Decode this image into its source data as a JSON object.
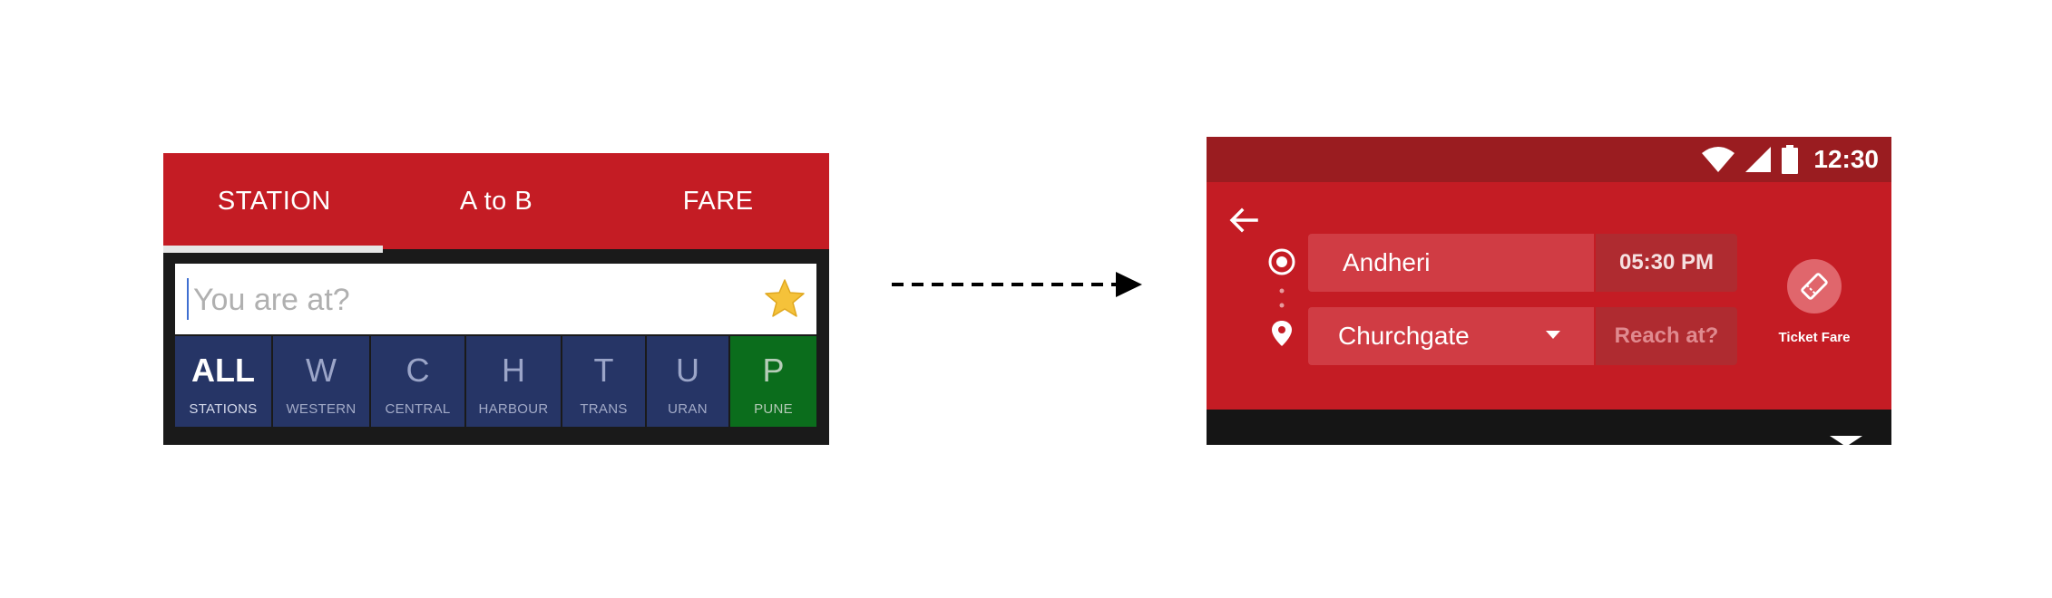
{
  "left_screen": {
    "tabs": [
      {
        "label": "STATION",
        "active": true
      },
      {
        "label": "A to B",
        "active": false
      },
      {
        "label": "FARE",
        "active": false
      }
    ],
    "search": {
      "placeholder": "You are at?",
      "value": "",
      "favorite_icon": "star-icon"
    },
    "lines": [
      {
        "letter": "ALL",
        "name": "STATIONS"
      },
      {
        "letter": "W",
        "name": "WESTERN"
      },
      {
        "letter": "C",
        "name": "CENTRAL"
      },
      {
        "letter": "H",
        "name": "HARBOUR"
      },
      {
        "letter": "T",
        "name": "TRANS"
      },
      {
        "letter": "U",
        "name": "URAN"
      },
      {
        "letter": "P",
        "name": "PUNE"
      }
    ]
  },
  "right_screen": {
    "status": {
      "time": "12:30",
      "icons": [
        "wifi-icon",
        "signal-icon",
        "battery-icon"
      ]
    },
    "back_icon": "arrow-left-icon",
    "origin": {
      "station": "Andheri",
      "time": "05:30 PM"
    },
    "destination": {
      "station": "Churchgate",
      "time_placeholder": "Reach at?"
    },
    "fare_button": {
      "label": "Ticket Fare",
      "icon": "ticket-icon"
    }
  },
  "colors": {
    "primary_red": "#c41c24",
    "status_red": "#9a1c20",
    "line_blue": "#263566",
    "pune_green": "#0b6d1c",
    "star_yellow": "#f5c23a"
  }
}
